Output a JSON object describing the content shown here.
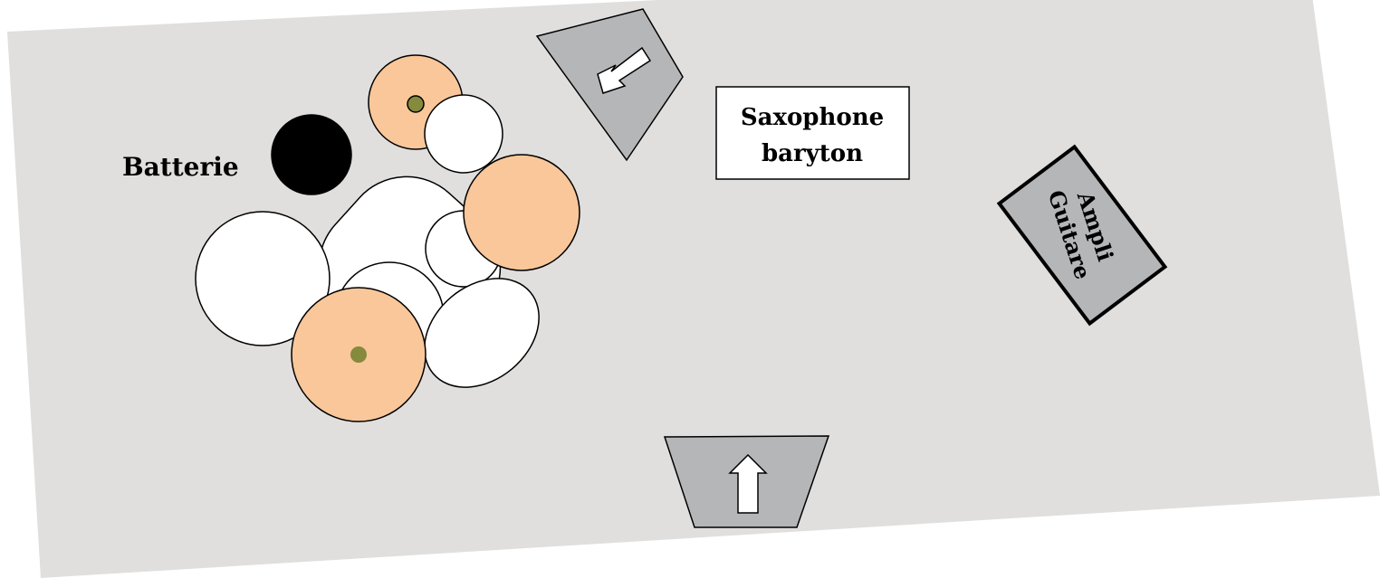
{
  "stage_plot": {
    "labels": {
      "drums": "Batterie",
      "sax_line1": "Saxophone",
      "sax_line2": "baryton",
      "amp_line1": "Ampli",
      "amp_line2": "Guitare"
    },
    "colors": {
      "floor": "#e0dfdd",
      "wedge": "#b5b6b8",
      "cymbal": "#f9c79a",
      "cymbal_center": "#858a3c",
      "drum_shell": "#ffffff",
      "stool": "#000000",
      "outline": "#000000"
    },
    "icons": [
      "arrow-icon",
      "arrow-icon"
    ]
  }
}
